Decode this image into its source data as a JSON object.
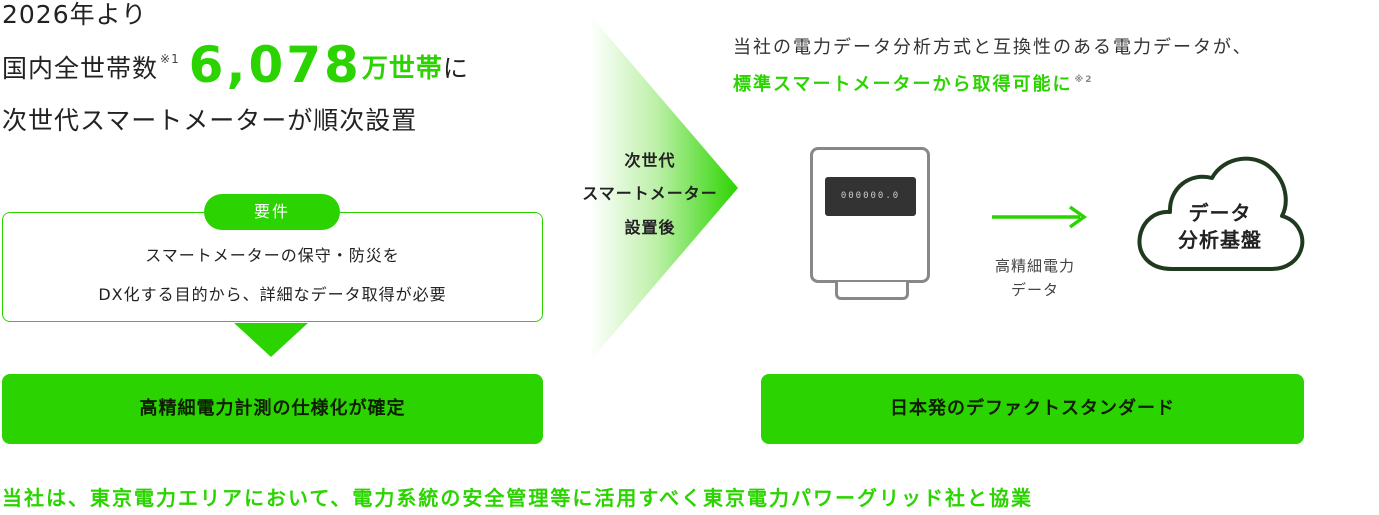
{
  "headline": {
    "line1": "2026年より",
    "line2_prefix": "国内全世帯数",
    "note1": "※1",
    "households_number": "6,078",
    "households_unit": "万",
    "households_suffix": "世帯",
    "line2_end": "に",
    "line3": "次世代スマートメーターが順次設置"
  },
  "requirement": {
    "tag": "要件",
    "line1": "スマートメーターの保守・防災を",
    "line2": "DX化する目的から、詳細なデータ取得が必要"
  },
  "left_result": "高精細電力計測の仕様化が確定",
  "arrow": {
    "line1": "次世代",
    "line2": "スマートメーター",
    "line3": "設置後"
  },
  "right_heading": {
    "line1": "当社の電力データ分析方式と互換性のある電力データが、",
    "line2": "標準スマートメーターから取得可能に",
    "note2": "※2"
  },
  "meter": {
    "display": "000000.0"
  },
  "flow_label": {
    "line1": "高精細電力",
    "line2": "データ"
  },
  "cloud": {
    "line1": "データ",
    "line2": "分析基盤"
  },
  "right_result": "日本発のデファクトスタンダード",
  "bottom_text": "当社は、東京電力エリアにおいて、電力系統の安全管理等に活用すべく東京電力パワーグリッド社と協業",
  "colors": {
    "accent": "#2bd400",
    "text": "#222222",
    "meter_stroke": "#888888",
    "cloud_stroke": "#1f3a1f"
  }
}
